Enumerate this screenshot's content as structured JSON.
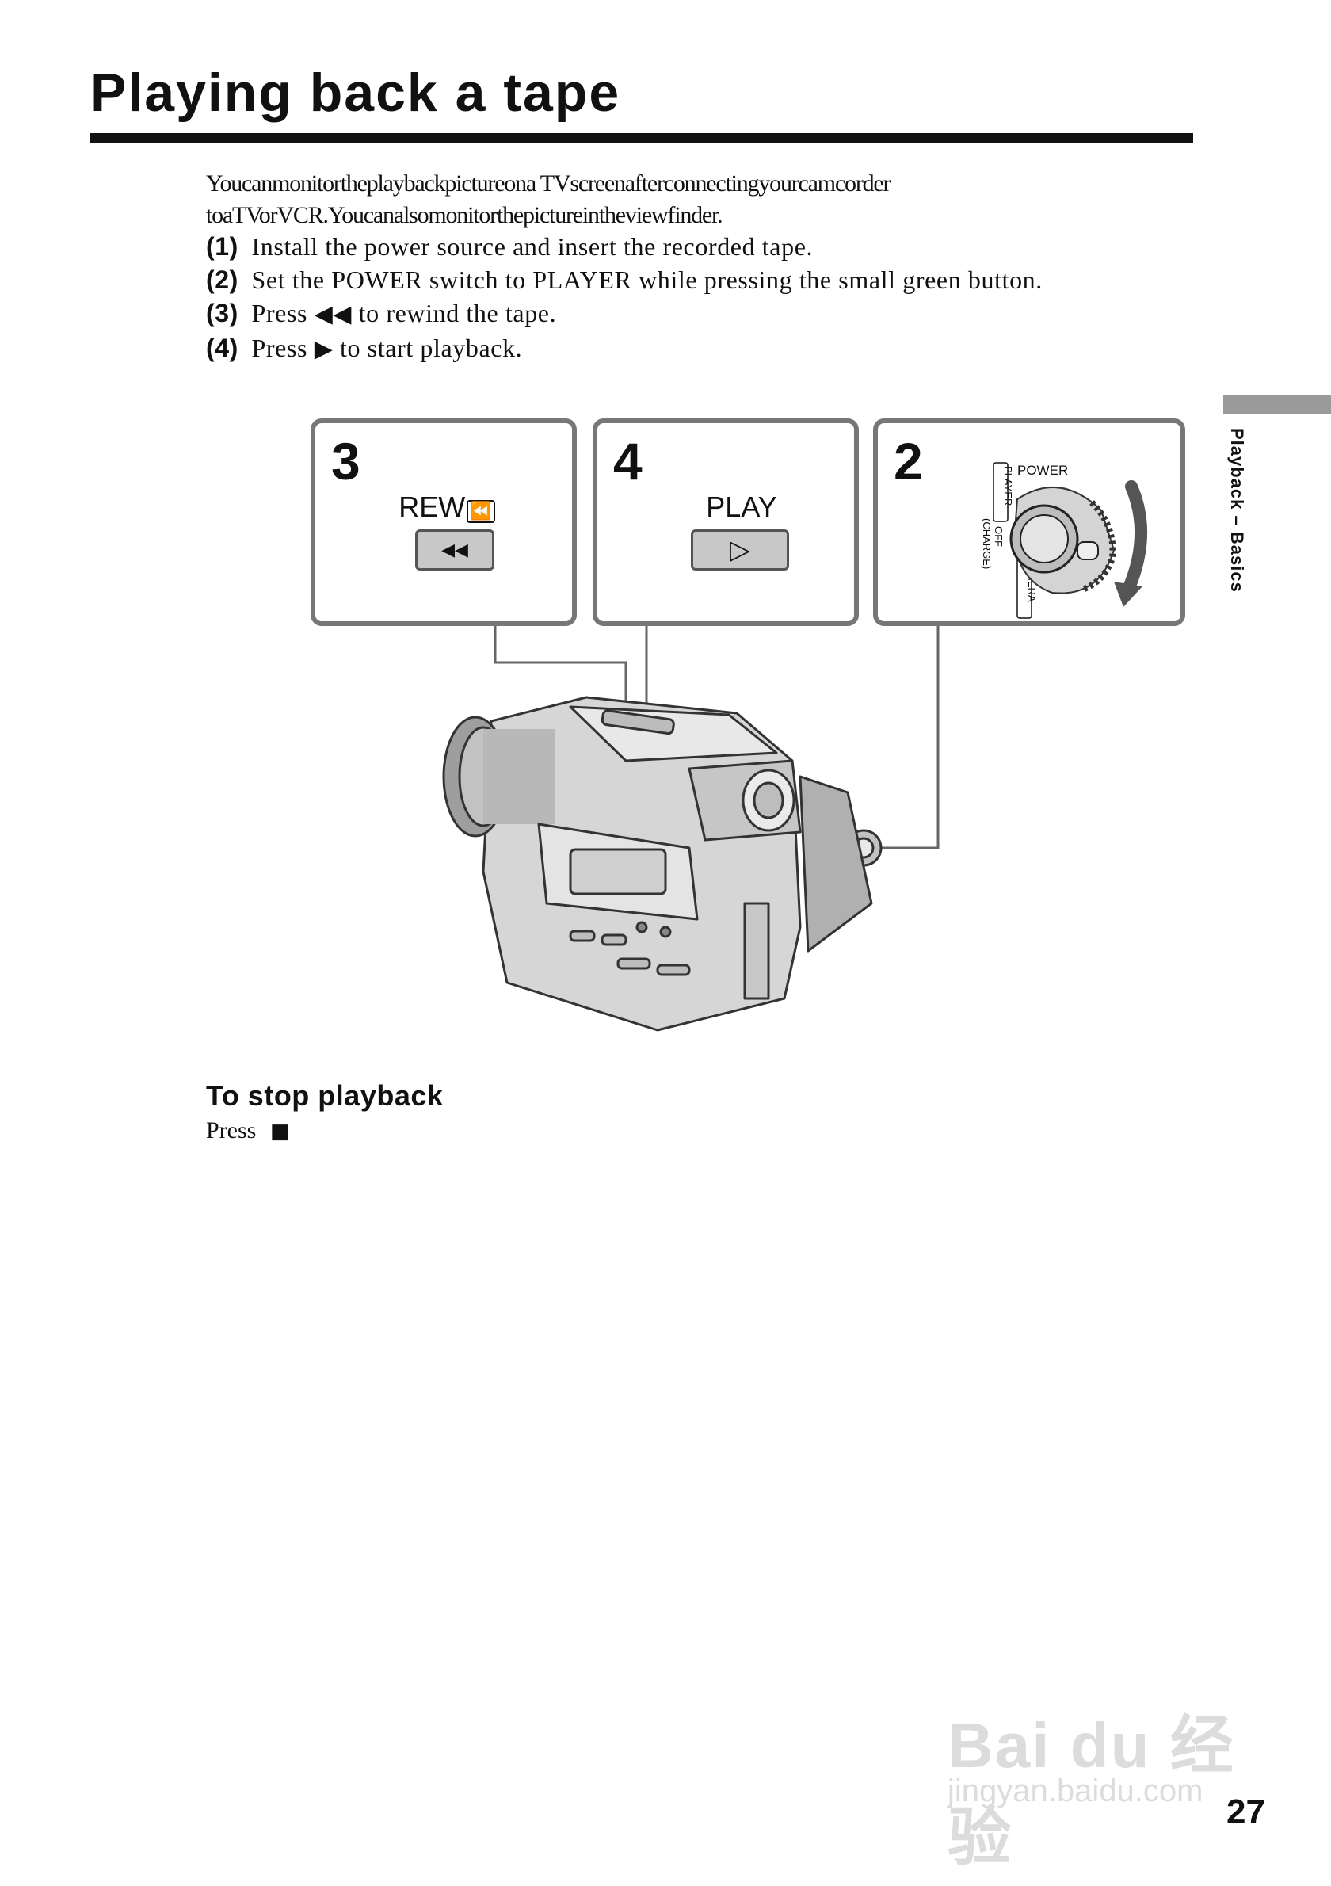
{
  "page": {
    "title": "Playing back a tape",
    "intro_line1": "Youcanmonitortheplaybackpictureona TVscreenafterconnectingyourcamcorder",
    "intro_line2": "toaTVorVCR.Youcanalsomonitorthepictureintheviewfinder.",
    "steps": [
      {
        "num": "(1)",
        "text": "Install the power source and insert the recorded tape."
      },
      {
        "num": "(2)",
        "text": "Set the POWER switch to PLAYER while pressing the small green button."
      },
      {
        "num": "(3)",
        "pre": "Press",
        "glyph": "◀◀",
        "post": "to rewind the tape."
      },
      {
        "num": "(4)",
        "pre": "Press",
        "glyph": "▶",
        "post": "to start playback."
      }
    ],
    "side_label": "Playback – Basics",
    "stop_heading": "To stop playback",
    "stop_text": "Press",
    "stop_glyph": "■",
    "page_number": "27"
  },
  "panels": {
    "rew": {
      "num": "3",
      "label": "REW",
      "label_icon": "⏪",
      "button_glyph": "◀◀"
    },
    "play": {
      "num": "4",
      "label": "PLAY",
      "button_glyph": "▷"
    },
    "power": {
      "num": "2",
      "label": "POWER",
      "positions": [
        "PLAYER",
        "OFF",
        "(CHARGE)",
        "CAMERA"
      ]
    }
  },
  "watermark": {
    "brand": "Bai du 经验",
    "url": "jingyan.baidu.com"
  },
  "colors": {
    "text": "#111111",
    "panel_border": "#777777",
    "button_fill": "#c8c8c8",
    "side_tab": "#9a9a9a",
    "watermark": "#dcdcdc"
  }
}
